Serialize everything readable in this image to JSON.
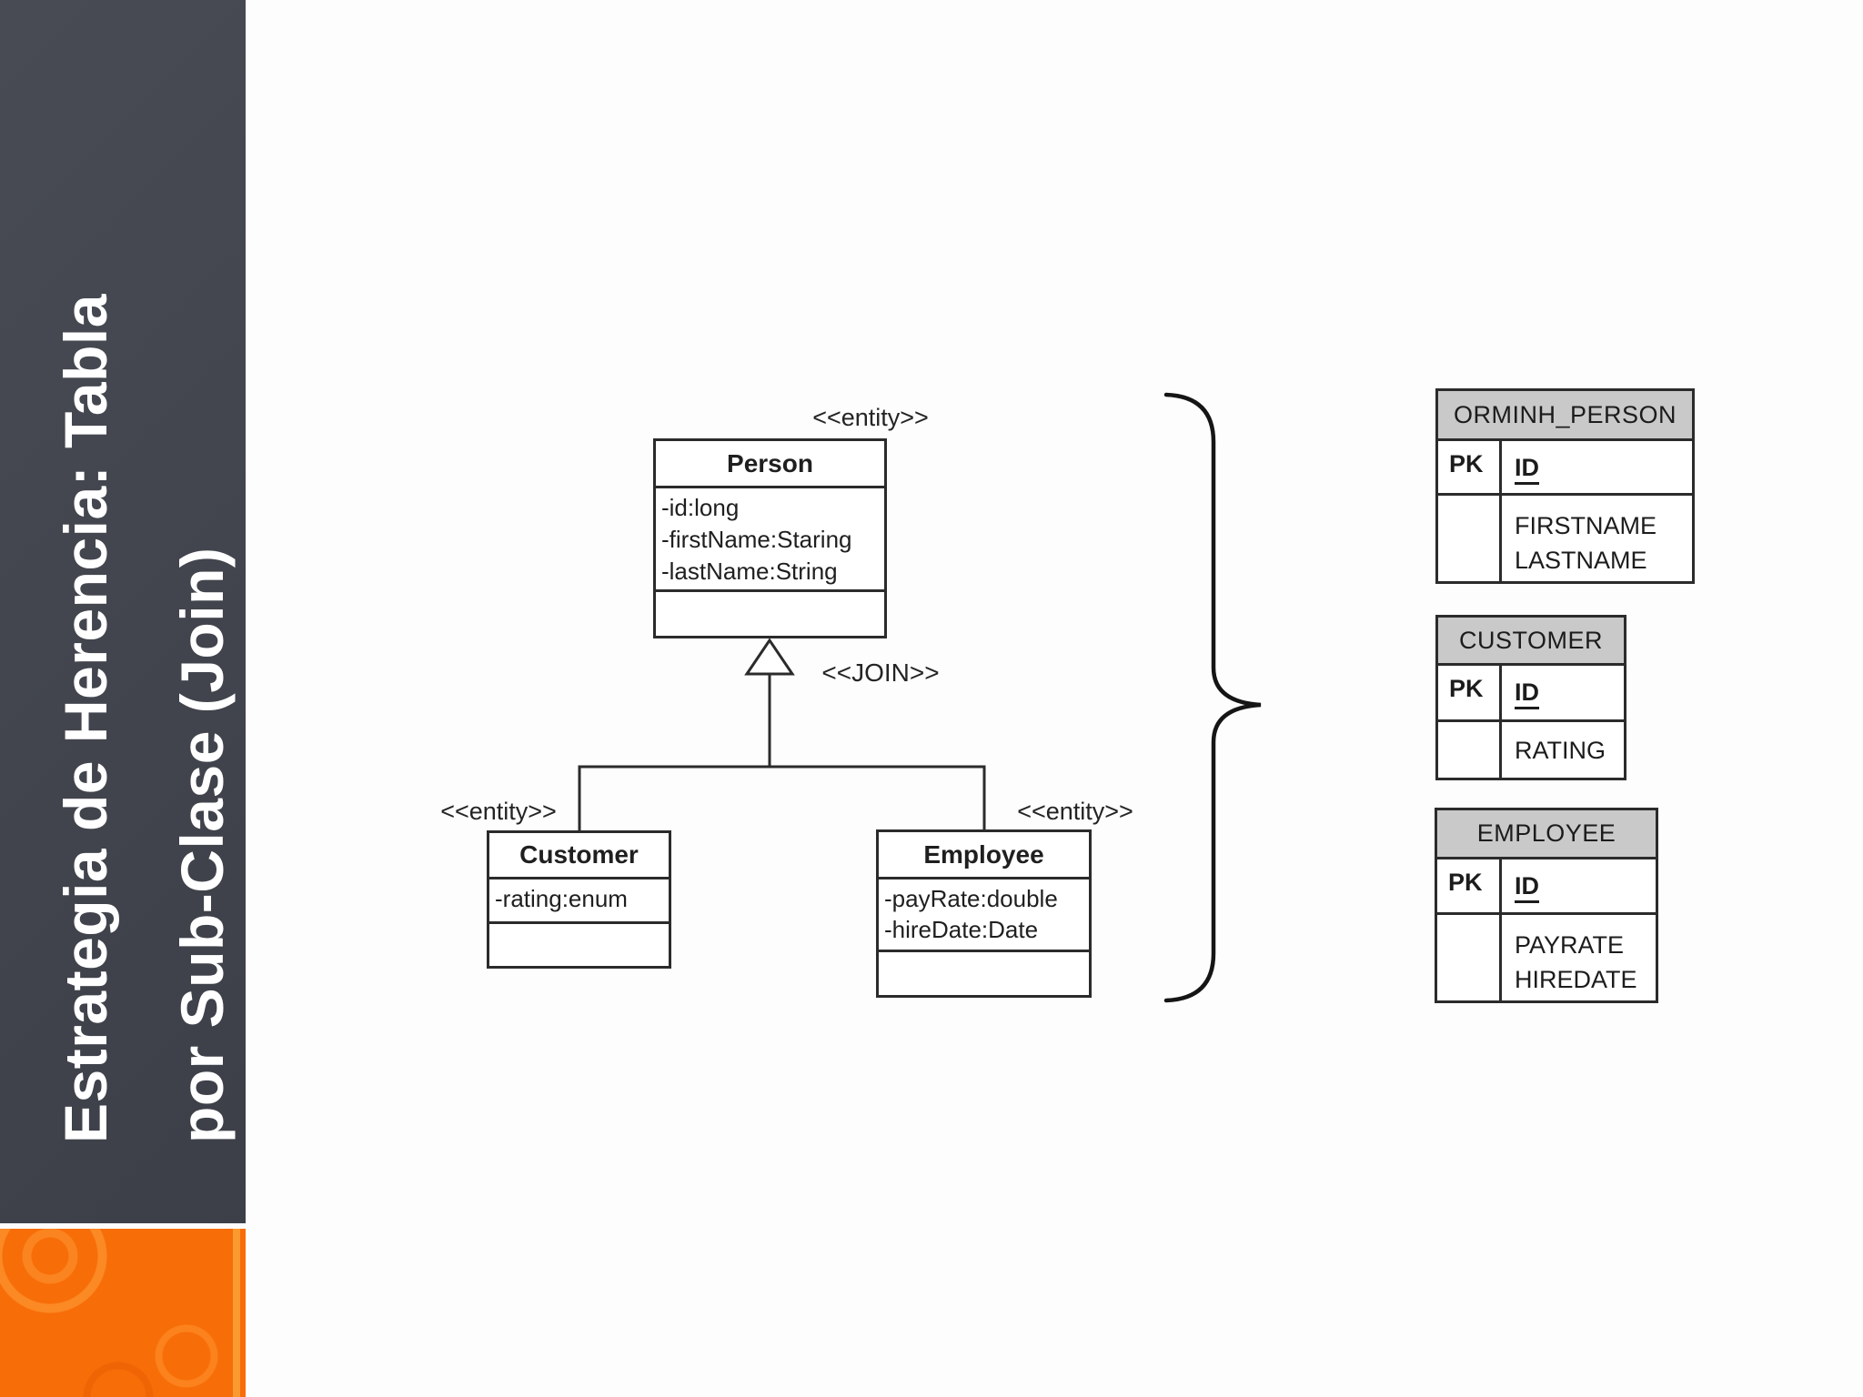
{
  "slide": {
    "title_lines": [
      "Estrategia de Herencia: Tabla",
      "por Sub-Clase (Join)"
    ]
  },
  "uml": {
    "join_stereotype": "<<JOIN>>",
    "classes": [
      {
        "stereotype": "<<entity>>",
        "name": "Person",
        "attributes": [
          "-id:long",
          "-firstName:Staring",
          "-lastName:String"
        ]
      },
      {
        "stereotype": "<<entity>>",
        "name": "Customer",
        "attributes": [
          "-rating:enum"
        ]
      },
      {
        "stereotype": "<<entity>>",
        "name": "Employee",
        "attributes": [
          "-payRate:double",
          "-hireDate:Date"
        ]
      }
    ]
  },
  "tables": [
    {
      "name": "ORMINH_PERSON",
      "pk_label": "PK",
      "pk_column": "ID",
      "columns": [
        "FIRSTNAME",
        "LASTNAME"
      ]
    },
    {
      "name": "CUSTOMER",
      "pk_label": "PK",
      "pk_column": "ID",
      "columns": [
        "RATING"
      ]
    },
    {
      "name": "EMPLOYEE",
      "pk_label": "PK",
      "pk_column": "ID",
      "columns": [
        "PAYRATE",
        "HIREDATE"
      ]
    }
  ],
  "colors": {
    "sidebar-bg": "#41444d",
    "accent-orange": "#f76d08",
    "table-header-bg": "#c9c9c9",
    "line-color": "#2b2b2b",
    "title-color": "#ffffff"
  }
}
